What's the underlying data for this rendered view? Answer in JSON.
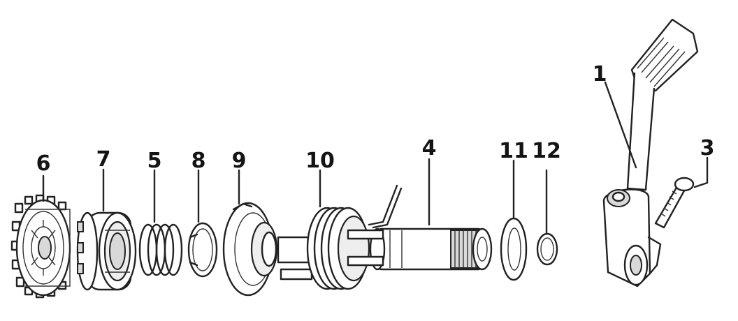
{
  "diagram": {
    "parts": [
      {
        "id": "6",
        "label": "6",
        "component": "kick-starter-gear"
      },
      {
        "id": "7",
        "label": "7",
        "component": "ratchet"
      },
      {
        "id": "5",
        "label": "5",
        "component": "ratchet-spring"
      },
      {
        "id": "8",
        "label": "8",
        "component": "circlip"
      },
      {
        "id": "9",
        "label": "9",
        "component": "spring-guide"
      },
      {
        "id": "10",
        "label": "10",
        "component": "return-spring"
      },
      {
        "id": "4",
        "label": "4",
        "component": "kick-starter-spindle"
      },
      {
        "id": "11",
        "label": "11",
        "component": "washer"
      },
      {
        "id": "12",
        "label": "12",
        "component": "o-ring"
      },
      {
        "id": "1",
        "label": "1",
        "component": "kick-starter-lever"
      },
      {
        "id": "3",
        "label": "3",
        "component": "bolt"
      }
    ],
    "colors": {
      "ink": "#222222",
      "paper": "#ffffff",
      "shade": "#d9d9d9"
    }
  }
}
